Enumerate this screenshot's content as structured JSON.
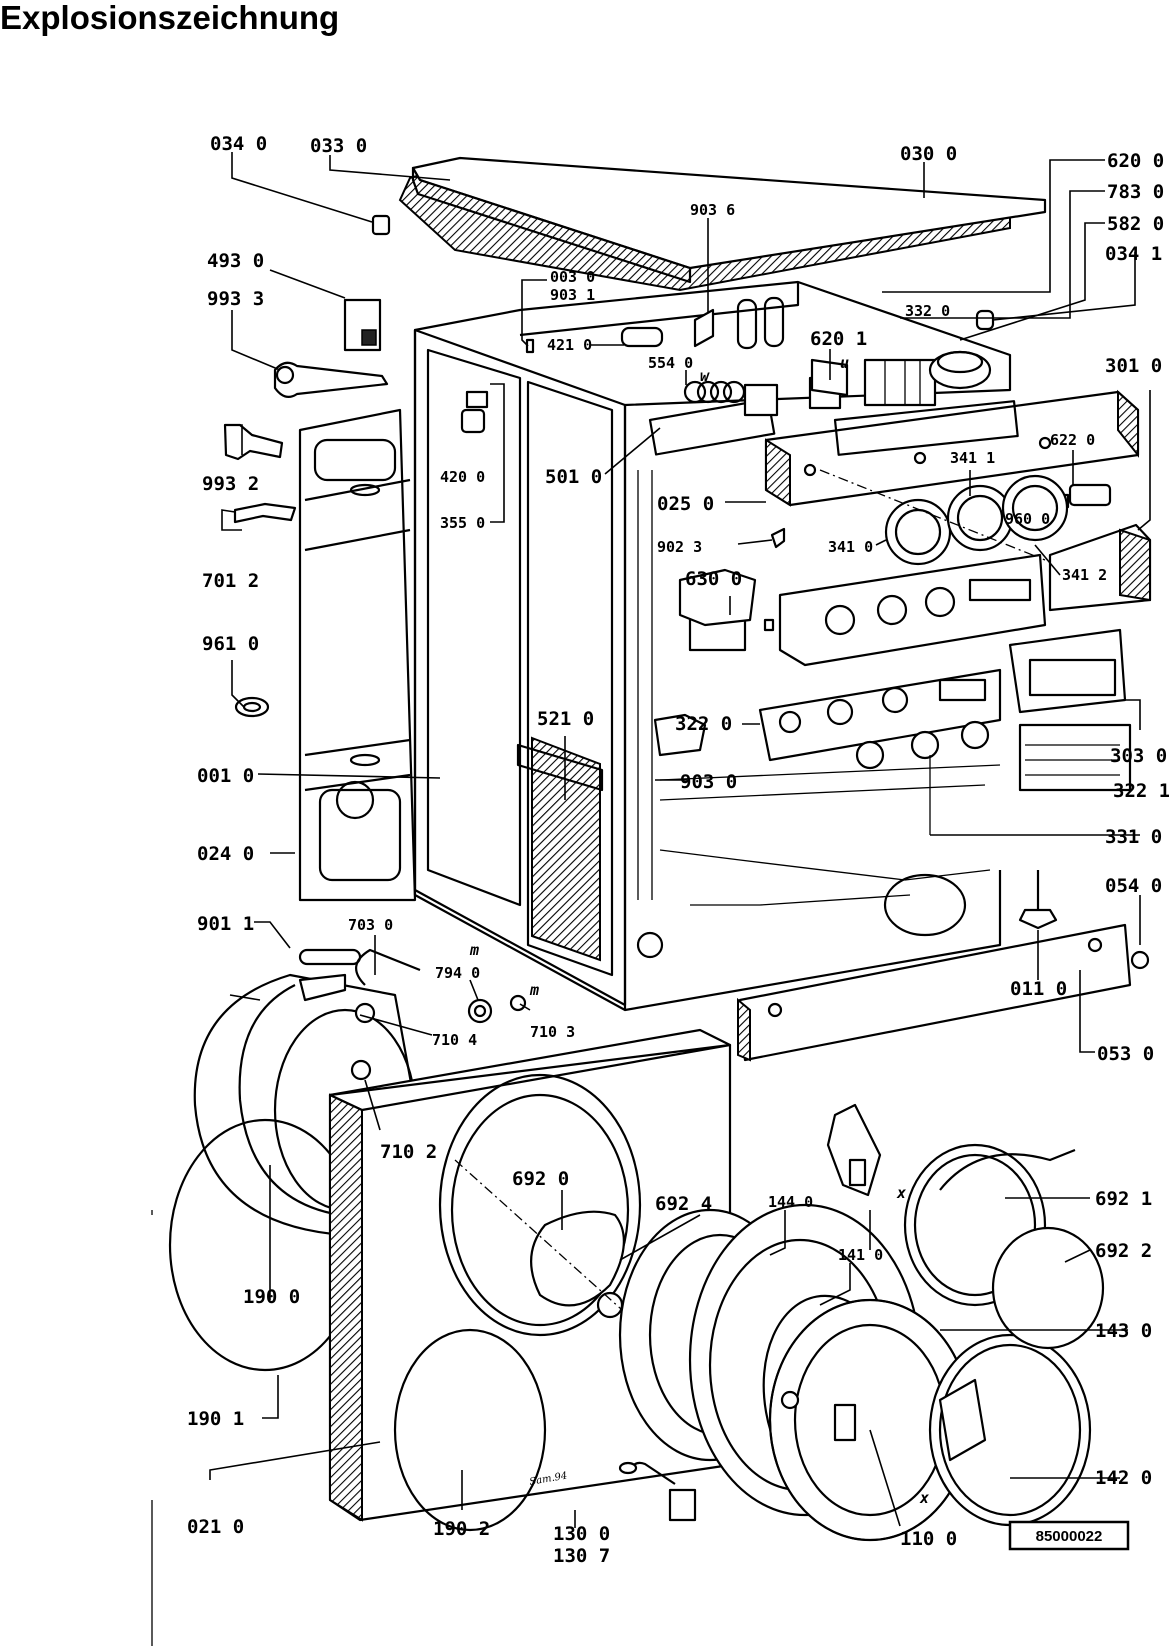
{
  "title": "Explosionszeichnung",
  "document_number": "85000022",
  "signature": "Sam.94",
  "callouts": [
    {
      "id": "c0340",
      "text": "034 0"
    },
    {
      "id": "c0330",
      "text": "033 0"
    },
    {
      "id": "c0300",
      "text": "030 0"
    },
    {
      "id": "c6200",
      "text": "620 0"
    },
    {
      "id": "c7830",
      "text": "783 0"
    },
    {
      "id": "c5820",
      "text": "582 0"
    },
    {
      "id": "c0341",
      "text": "034 1"
    },
    {
      "id": "c4930",
      "text": "493 0"
    },
    {
      "id": "c9933",
      "text": "993 3"
    },
    {
      "id": "c9036",
      "text": "903 6"
    },
    {
      "id": "c0030",
      "text": "003 0"
    },
    {
      "id": "c9031",
      "text": "903 1"
    },
    {
      "id": "c3320",
      "text": "332 0"
    },
    {
      "id": "c4210",
      "text": "421 0"
    },
    {
      "id": "c6201",
      "text": "620 1"
    },
    {
      "id": "c5540",
      "text": "554 0"
    },
    {
      "id": "c3010",
      "text": "301 0"
    },
    {
      "id": "c9932",
      "text": "993 2"
    },
    {
      "id": "c4200",
      "text": "420 0"
    },
    {
      "id": "c5010",
      "text": "501 0"
    },
    {
      "id": "c3550",
      "text": "355 0"
    },
    {
      "id": "c6220",
      "text": "622 0"
    },
    {
      "id": "c3411",
      "text": "341 1"
    },
    {
      "id": "c0250",
      "text": "025 0"
    },
    {
      "id": "c9600",
      "text": "960 0"
    },
    {
      "id": "c7012",
      "text": "701 2"
    },
    {
      "id": "c9023",
      "text": "902 3"
    },
    {
      "id": "c3410",
      "text": "341 0"
    },
    {
      "id": "c3412",
      "text": "341 2"
    },
    {
      "id": "c6300",
      "text": "630 0"
    },
    {
      "id": "c9610",
      "text": "961 0"
    },
    {
      "id": "c5210",
      "text": "521 0"
    },
    {
      "id": "c3220",
      "text": "322 0"
    },
    {
      "id": "c3030",
      "text": "303 0"
    },
    {
      "id": "c0010",
      "text": "001 0"
    },
    {
      "id": "c9030",
      "text": "903 0"
    },
    {
      "id": "c3221",
      "text": "322 1"
    },
    {
      "id": "c3310",
      "text": "331 0"
    },
    {
      "id": "c0240",
      "text": "024 0"
    },
    {
      "id": "c0540",
      "text": "054 0"
    },
    {
      "id": "c9011",
      "text": "901 1"
    },
    {
      "id": "c7030",
      "text": "703 0"
    },
    {
      "id": "c7940",
      "text": "794 0"
    },
    {
      "id": "c7104",
      "text": "710 4"
    },
    {
      "id": "c7103",
      "text": "710 3"
    },
    {
      "id": "c0110",
      "text": "011 0"
    },
    {
      "id": "c0530",
      "text": "053 0"
    },
    {
      "id": "c7102",
      "text": "710 2"
    },
    {
      "id": "c6920",
      "text": "692 0"
    },
    {
      "id": "c6924",
      "text": "692 4"
    },
    {
      "id": "c1440",
      "text": "144 0"
    },
    {
      "id": "c6921",
      "text": "692 1"
    },
    {
      "id": "c1410",
      "text": "141 0"
    },
    {
      "id": "c6922",
      "text": "692 2"
    },
    {
      "id": "c1900",
      "text": "190 0"
    },
    {
      "id": "c1430",
      "text": "143 0"
    },
    {
      "id": "c1901",
      "text": "190 1"
    },
    {
      "id": "c1420",
      "text": "142 0"
    },
    {
      "id": "c0210",
      "text": "021 0"
    },
    {
      "id": "c1902",
      "text": "190 2"
    },
    {
      "id": "c1300",
      "text": "130 0"
    },
    {
      "id": "c1307",
      "text": "130 7"
    },
    {
      "id": "c1100",
      "text": "110 0"
    }
  ],
  "markers": {
    "m1": "m",
    "m2": "m",
    "x1": "x",
    "x2": "x",
    "x3": "x",
    "w": "w",
    "u": "u"
  }
}
